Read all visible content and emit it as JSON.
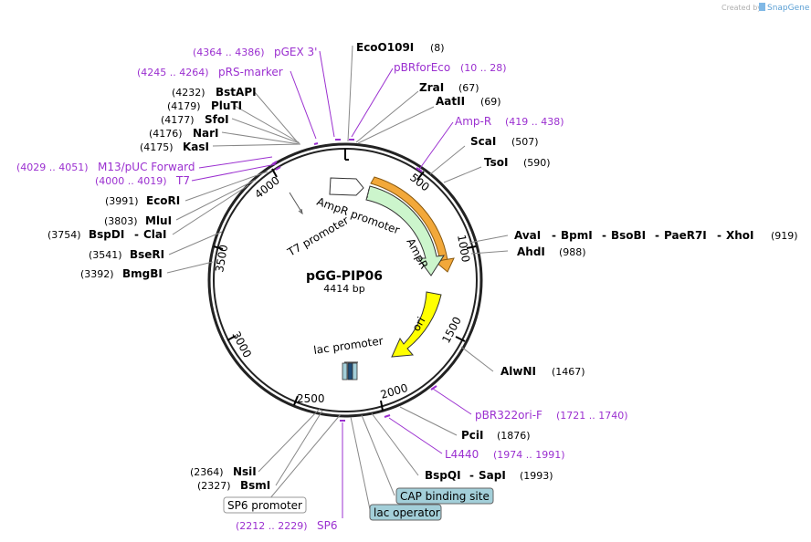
{
  "credit": {
    "text": "Created by",
    "brand": "SnapGene"
  },
  "plasmid": {
    "name": "pGG-PIP06",
    "size": "4414 bp"
  },
  "ticks": [
    "500",
    "1000",
    "1500",
    "2000",
    "2500",
    "3000",
    "3500",
    "4000"
  ],
  "enzymes_right": [
    {
      "name": "EcoO109I",
      "pos": "(8)"
    },
    {
      "name": "ZraI",
      "pos": "(67)"
    },
    {
      "name": "AatII",
      "pos": "(69)"
    },
    {
      "name": "ScaI",
      "pos": "(507)"
    },
    {
      "name": "TsoI",
      "pos": "(590)"
    },
    {
      "name": "AvaI",
      "sep1": "-",
      "name2": "BpmI",
      "sep2": "-",
      "name3": "BsoBI",
      "sep3": "-",
      "name4": "PaeR7I",
      "sep4": "-",
      "name5": "XhoI",
      "pos": "(919)"
    },
    {
      "name": "AhdI",
      "pos": "(988)"
    },
    {
      "name": "AlwNI",
      "pos": "(1467)"
    },
    {
      "name": "PciI",
      "pos": "(1876)"
    },
    {
      "name": "BspQI",
      "sep1": "-",
      "name2": "SapI",
      "pos": "(1993)"
    }
  ],
  "enzymes_left": [
    {
      "name": "BstAPI",
      "pos": "(4232)"
    },
    {
      "name": "PluTI",
      "pos": "(4179)"
    },
    {
      "name": "SfoI",
      "pos": "(4177)"
    },
    {
      "name": "NarI",
      "pos": "(4176)"
    },
    {
      "name": "KasI",
      "pos": "(4175)"
    },
    {
      "name": "EcoRI",
      "pos": "(3991)"
    },
    {
      "name": "MluI",
      "pos": "(3803)"
    },
    {
      "name": "BspDI",
      "sep1": "-",
      "name2": "ClaI",
      "pos": "(3754)"
    },
    {
      "name": "BseRI",
      "pos": "(3541)"
    },
    {
      "name": "BmgBI",
      "pos": "(3392)"
    },
    {
      "name": "NsiI",
      "pos": "(2364)"
    },
    {
      "name": "BsmI",
      "pos": "(2327)"
    }
  ],
  "primers": [
    {
      "name": "pGEX 3'",
      "pos": "(4364 .. 4386)"
    },
    {
      "name": "pRS-marker",
      "pos": "(4245 .. 4264)"
    },
    {
      "name": "pBRforEco",
      "pos": "(10 .. 28)"
    },
    {
      "name": "Amp-R",
      "pos": "(419 .. 438)"
    },
    {
      "name": "M13/pUC Forward",
      "pos": "(4029 .. 4051)"
    },
    {
      "name": "T7",
      "pos": "(4000 .. 4019)"
    },
    {
      "name": "pBR322ori-F",
      "pos": "(1721 .. 1740)"
    },
    {
      "name": "L4440",
      "pos": "(1974 .. 1991)"
    },
    {
      "name": "SP6",
      "pos": "(2212 .. 2229)"
    }
  ],
  "features": {
    "ampr_promoter": "AmpR promoter",
    "ampr": "AmpR",
    "t7_promoter": "T7 promoter",
    "ori": "ori",
    "lac_promoter": "lac promoter"
  },
  "boxed_features": [
    {
      "name": "SP6 promoter",
      "color": "#ffffff"
    },
    {
      "name": "CAP binding site",
      "color": "#a3cfd9"
    },
    {
      "name": "lac operator",
      "color": "#a3cfd9"
    }
  ],
  "colors": {
    "primer": "#9b30d0",
    "ampr_fill": "#ccf5cc",
    "ori_fill": "#ffff00",
    "ampr_highlight": "#f2a83a",
    "backbone": "#222222"
  }
}
